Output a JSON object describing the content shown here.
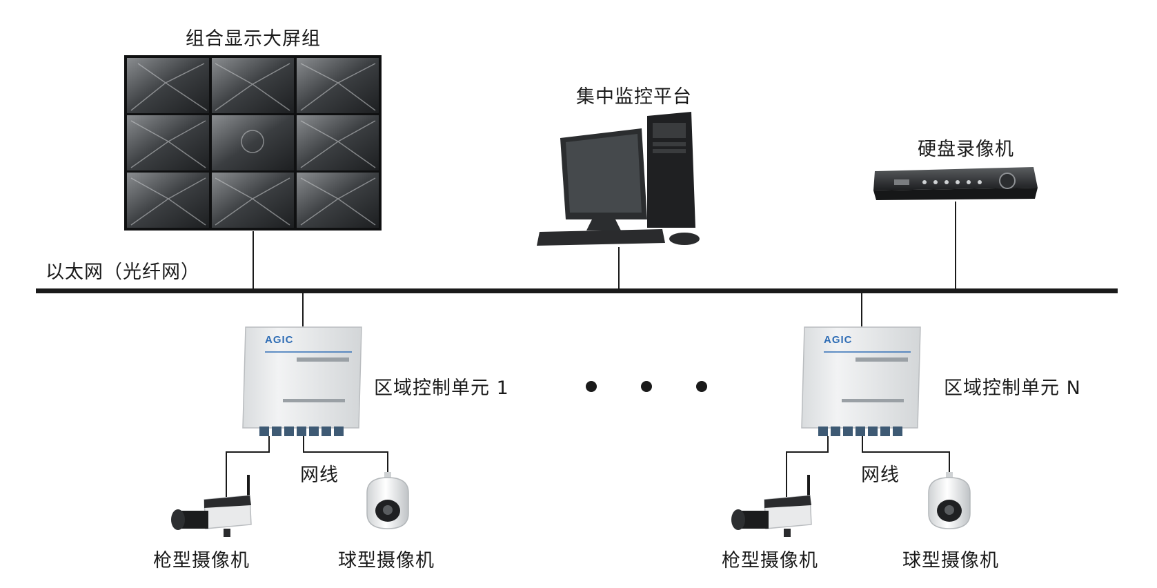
{
  "diagram": {
    "display_wall": {
      "label": "组合显示大屏组"
    },
    "central_platform": {
      "label": "集中监控平台"
    },
    "dvr": {
      "label": "硬盘录像机"
    },
    "network": {
      "label": "以太网（光纤网）"
    },
    "zone_unit_1": {
      "label": "区域控制单元 1",
      "brand": "AGIC",
      "cable_label": "网线",
      "bullet_camera": {
        "label": "枪型摄像机"
      },
      "dome_camera": {
        "label": "球型摄像机"
      }
    },
    "zone_unit_n": {
      "label": "区域控制单元 N",
      "brand": "AGIC",
      "cable_label": "网线",
      "bullet_camera": {
        "label": "枪型摄像机"
      },
      "dome_camera": {
        "label": "球型摄像机"
      }
    },
    "ellipsis_dot_count": 3
  },
  "colors": {
    "line": "#1a1a1a",
    "brand_blue": "#2f6db5",
    "box_body": "#e9ebec",
    "screen_dark": "#2a2c2e"
  }
}
